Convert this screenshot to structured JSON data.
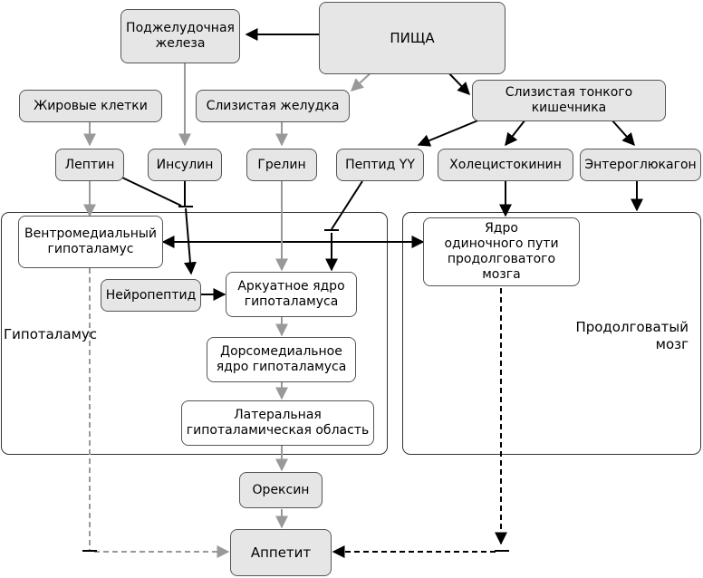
{
  "nodes": {
    "food": "ПИЩА",
    "pancreas": "Поджелудочная\nжелеза",
    "fat_cells": "Жировые клетки",
    "stomach_mucosa": "Слизистая желудка",
    "intestine_mucosa": "Слизистая тонкого\nкишечника",
    "leptin": "Лептин",
    "insulin": "Инсулин",
    "ghrelin": "Грелин",
    "peptide_yy": "Пептид YY",
    "cholecystokinin": "Холецистокинин",
    "enteroglucagon": "Энтероглюкагон",
    "ventromedial": "Вентромедиальный\nгипоталамус",
    "neuropeptide": "Нейропептид",
    "arcuate": "Аркуатное ядро\nгипоталамуса",
    "dorsomedial": "Дорсомедиальное\nядро гипоталамуса",
    "lateral": "Латеральная\nгипоталамическая область",
    "solitary": "Ядро\nодиночного пути\nпродолговатого мозга",
    "orexin": "Орексин",
    "appetite": "Аппетит"
  },
  "regions": {
    "hypothalamus": "Гипоталамус",
    "medulla": "Продолговатый\nмозг"
  },
  "colors": {
    "black_arrow": "#000000",
    "grey_arrow": "#999999",
    "grey_fill": "#e6e6e6"
  }
}
